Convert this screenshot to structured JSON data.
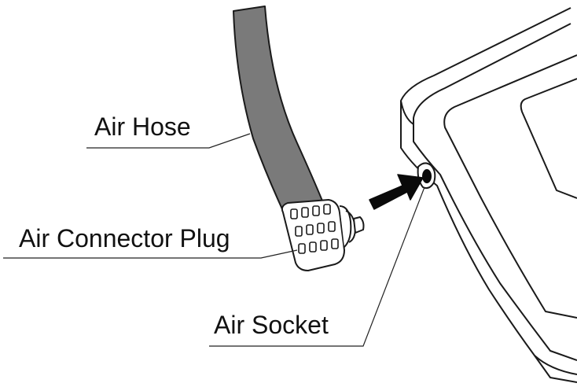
{
  "labels": {
    "air_hose": "Air Hose",
    "air_connector_plug": "Air Connector Plug",
    "air_socket": "Air Socket"
  },
  "colors": {
    "outline": "#1a1a1a",
    "hose_fill": "#7a7a7a",
    "arrow_fill": "#0a0a0a",
    "leader_line": "#222222",
    "background": "#ffffff"
  }
}
